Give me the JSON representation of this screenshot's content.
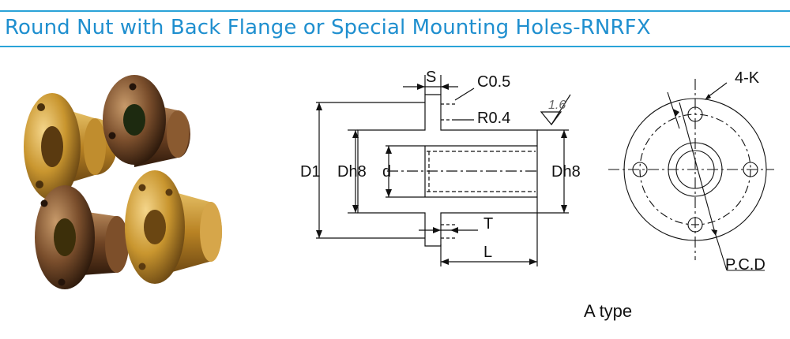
{
  "title": "Round Nut with Back Flange or Special Mounting Holes-RNRFX",
  "dimensions": {
    "s": "S",
    "chamfer": "C0.5",
    "radius": "R0.4",
    "roughness": "1.6",
    "d1": "D1",
    "dh8_left": "Dh8",
    "d": "d",
    "dh8_right": "Dh8",
    "t": "T",
    "l": "L",
    "holes": "4-K",
    "pcd": "P.C.D"
  },
  "caption": "A type",
  "colors": {
    "accent": "#1f8fcf",
    "rule": "#2aa3d8",
    "bronze": "#b8862c",
    "copper": "#6b4424"
  }
}
